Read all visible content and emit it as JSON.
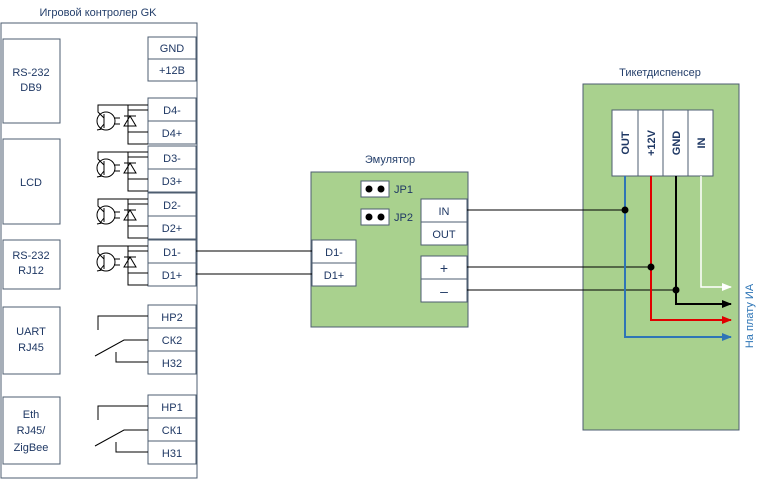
{
  "controller": {
    "title": "Игровой контролер GK",
    "blocks": [
      {
        "l1": "RS-232",
        "l2": "DB9"
      },
      {
        "l1": "LCD",
        "l2": ""
      },
      {
        "l1": "RS-232",
        "l2": "RJ12"
      },
      {
        "l1": "UART",
        "l2": "RJ45"
      },
      {
        "l1": "Eth",
        "l2": "RJ45/",
        "l3": "ZigBee"
      }
    ],
    "pins": [
      "GND",
      "+12В",
      "D4-",
      "D4+",
      "D3-",
      "D3+",
      "D2-",
      "D2+",
      "D1-",
      "D1+",
      "НР2",
      "СК2",
      "Н32",
      "НР1",
      "СК1",
      "Н31"
    ]
  },
  "emulator": {
    "title": "Эмулятор",
    "jumpers": [
      "JP1",
      "JP2"
    ],
    "in_pins": [
      "D1-",
      "D1+"
    ],
    "io_pins": [
      "IN",
      "OUT"
    ],
    "power_pins": [
      "+",
      "–"
    ]
  },
  "dispenser": {
    "title": "Тикетдиспенсер",
    "pins": [
      "OUT",
      "+12V",
      "GND",
      "IN"
    ],
    "side_label": "На плату ИА"
  },
  "colors": {
    "green": "#a9d18e",
    "red": "#e00000",
    "blue": "#2e75b6",
    "white": "#ffffff",
    "black": "#000000"
  }
}
